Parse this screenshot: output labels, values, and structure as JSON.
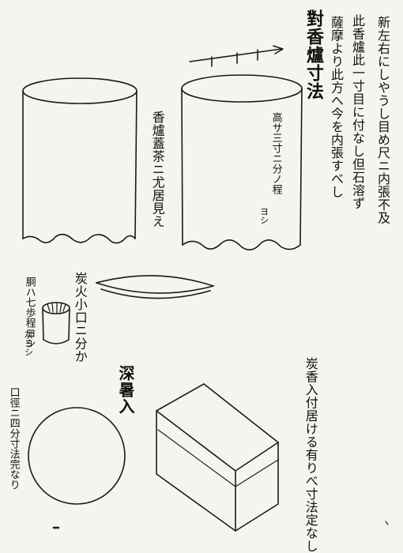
{
  "page": {
    "title": "對香爐寸法",
    "header_lines": [
      "薩摩より此方へ今を内張すべし",
      "此香爐此一寸目に付なし但石溶ず",
      "新左右にしやうし目め尺ニ内張不及"
    ]
  },
  "labels": {
    "left_vessel": "香爐蓋茶ニ尤居見え",
    "right_vessel": "高サ三寸ニ分ノ程",
    "right_vessel_note": "ヨシ",
    "lid": "炭火小口ニ分か",
    "small_cup": "胴ハ七歩程ヨシ",
    "small_cup_note": "灰ヨシ",
    "circle": "口徑ニ四分寸法完なり",
    "box_label": "深暑入",
    "box_note_right": "炭香入付居ける有りべ寸法定なし"
  },
  "figures": {
    "vessel_left": "tall-cylinder",
    "vessel_right": "tall-cylinder",
    "lid": "flat-dish",
    "small_cup": "ribbed-cup",
    "circle": "circle",
    "box": "rectangular-box",
    "ruler": "measure-arrow"
  }
}
